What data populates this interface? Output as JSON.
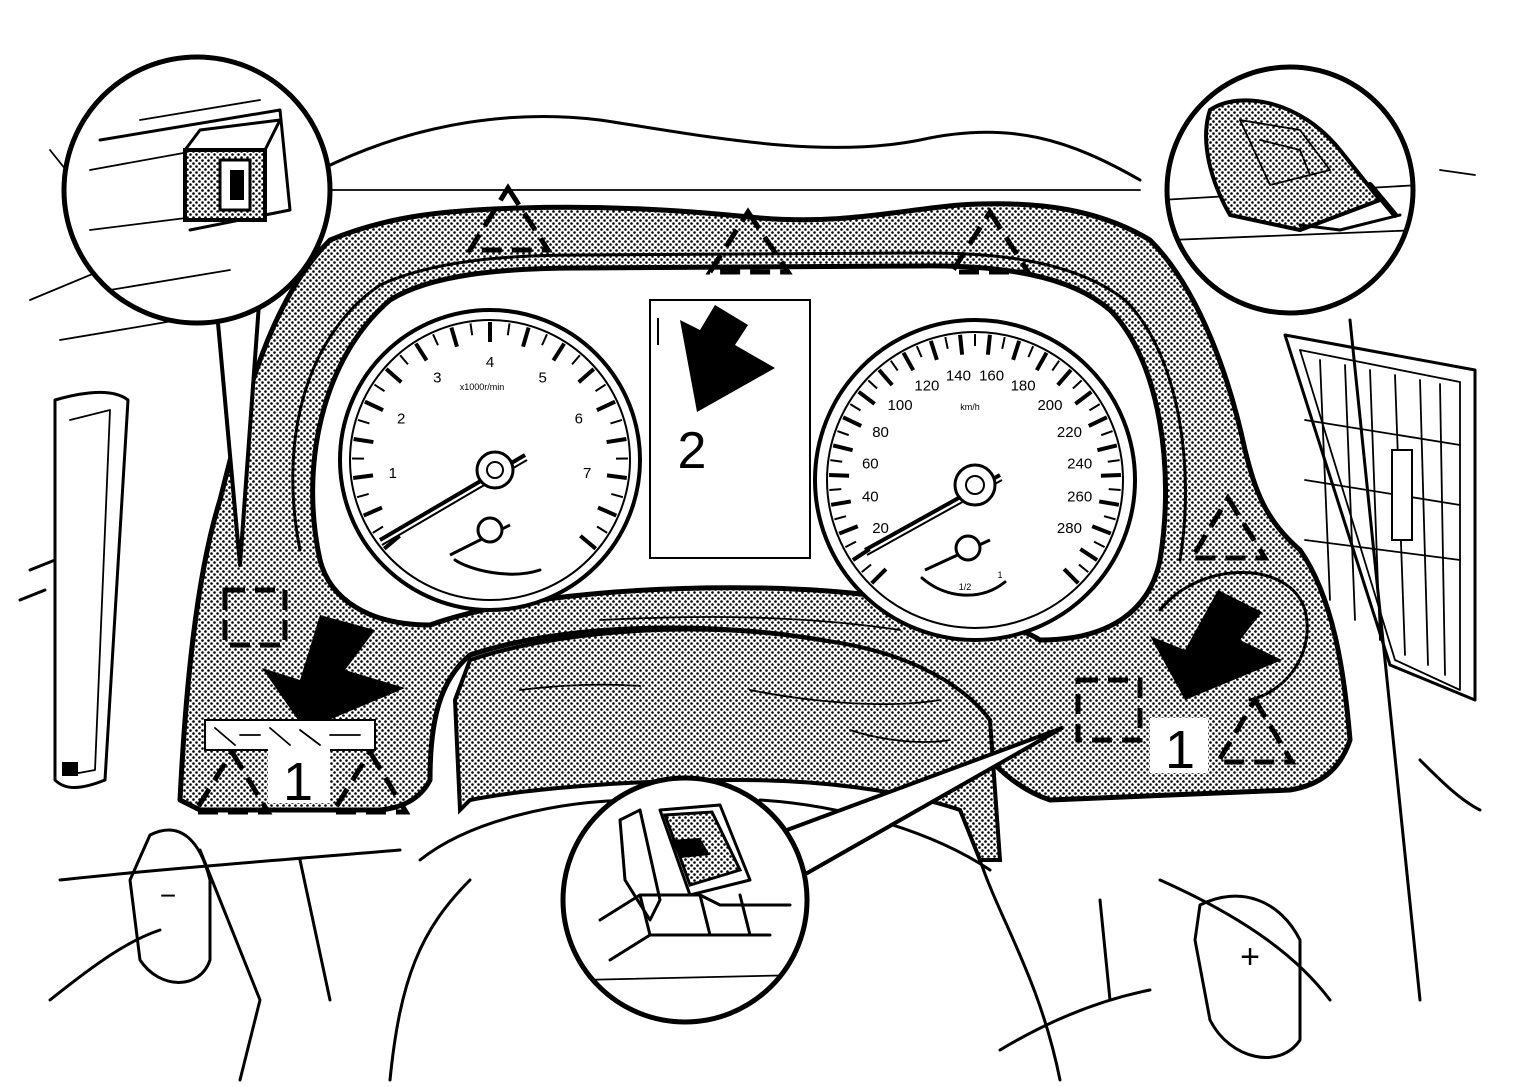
{
  "callouts": {
    "left_clip_number": "1",
    "right_clip_number": "1",
    "center_number": "2"
  },
  "tachometer": {
    "unit": "x1000r/min",
    "labels": [
      "1",
      "2",
      "3",
      "4",
      "5",
      "6",
      "7"
    ]
  },
  "speedometer": {
    "unit": "km/h",
    "labels": [
      "20",
      "40",
      "60",
      "80",
      "100",
      "120",
      "140",
      "160",
      "180",
      "200",
      "220",
      "240",
      "260",
      "280"
    ]
  },
  "fuel_gauge": {
    "half_label": "1/2",
    "full_label": "1"
  },
  "paddle_signs": {
    "left": "−",
    "right": "+"
  },
  "colors": {
    "line": "#000000",
    "background": "#ffffff",
    "shading": "#000000"
  }
}
